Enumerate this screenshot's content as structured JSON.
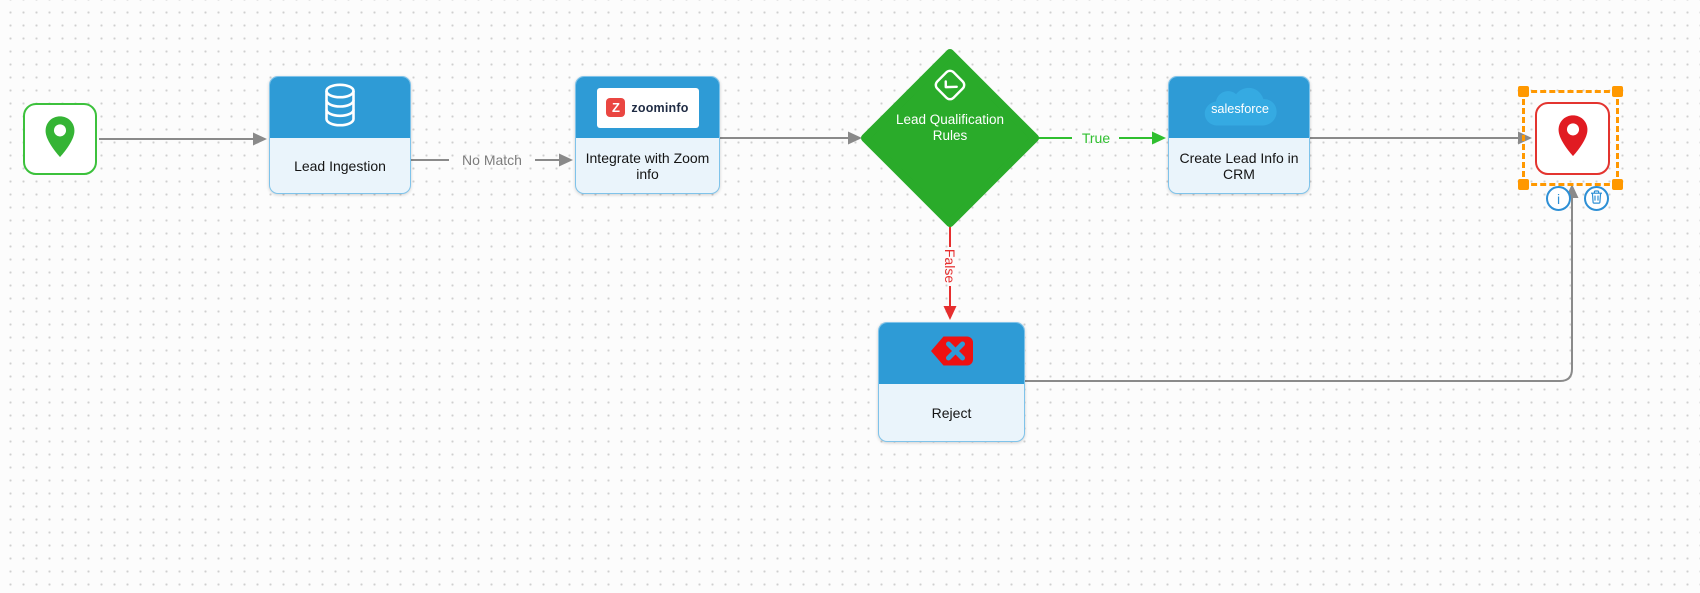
{
  "canvas": {
    "background": "#fcfcfc",
    "dot_color": "#cfcfcf"
  },
  "palette": {
    "node_header_blue": "#2e9bd6",
    "node_body_blue": "#eaf4fb",
    "node_border_blue": "#7fc3ea",
    "decision_green": "#2aab2a",
    "start_green": "#3cc13c",
    "true_green": "#2fbf2f",
    "false_red": "#e62e2e",
    "end_red": "#e3342f",
    "selection_orange": "#ff9800",
    "edge_gray": "#8a8a8a",
    "action_blue": "#2d8fd5"
  },
  "nodes": {
    "start": {
      "icon": "location-pin-icon",
      "accent": "#3cc13c"
    },
    "lead_ingestion": {
      "label": "Lead Ingestion",
      "icon": "database-icon"
    },
    "zoominfo": {
      "label": "Integrate with Zoom info",
      "logo_initial": "Z",
      "logo_text": "zoominfo"
    },
    "decision": {
      "label": "Lead Qualification Rules",
      "icon": "check-icon"
    },
    "salesforce": {
      "label": "Create Lead Info in CRM",
      "logo_text": "salesforce"
    },
    "reject": {
      "label": "Reject",
      "icon": "reject-x-icon"
    },
    "end": {
      "icon": "location-pin-icon",
      "accent": "#e3342f",
      "selected": true
    }
  },
  "edges": {
    "lead_to_zoominfo": {
      "label": "No Match"
    },
    "decision_true": {
      "label": "True"
    },
    "decision_false": {
      "label": "False"
    }
  },
  "selection": {
    "actions": [
      {
        "id": "info",
        "glyph": "i"
      },
      {
        "id": "delete",
        "glyph": "trash-icon"
      }
    ]
  }
}
